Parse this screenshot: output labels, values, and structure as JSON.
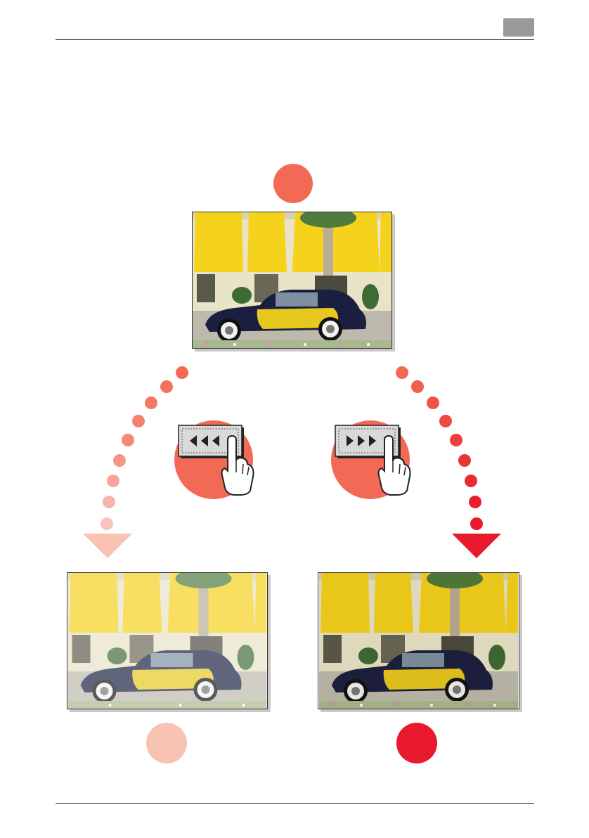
{
  "page": {
    "header_tab": "",
    "footer_text": ""
  },
  "colors": {
    "accent": "#f26a55",
    "light": "#f8c3b3",
    "strong": "#e8192c",
    "awning": "#f5d21c",
    "car_body": "#e6c81e",
    "car_dark": "#1a1f3f"
  },
  "controls": {
    "lighter_button_icon": "triple-left-triangle-icon",
    "darker_button_icon": "triple-right-triangle-icon",
    "hand_icon": "pointing-hand-icon"
  },
  "images": {
    "original": "car-photo-original",
    "lighter": "car-photo-lighter",
    "darker": "car-photo-darker"
  }
}
